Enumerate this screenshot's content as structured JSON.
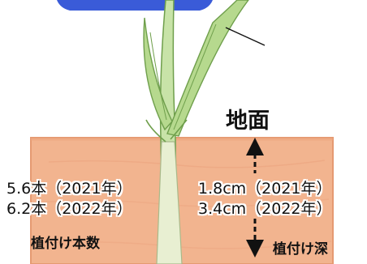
{
  "labels": {
    "ground": "地面",
    "count_2021": "5.6本（2021年）",
    "count_2022": "6.2本（2022年）",
    "count_caption": "植付け本数",
    "depth_2021": "1.8cm（2021年）",
    "depth_2022": "3.4cm（2022年）",
    "depth_caption": "植付け深"
  },
  "colors": {
    "banner": "#3a5bd8",
    "soil": "#f2b48f",
    "soil_edge": "#e59a72",
    "leaf": "#b6d98e",
    "leaf_dark": "#6f9f4c",
    "stem_base": "#e8efd2",
    "text": "#111111"
  }
}
